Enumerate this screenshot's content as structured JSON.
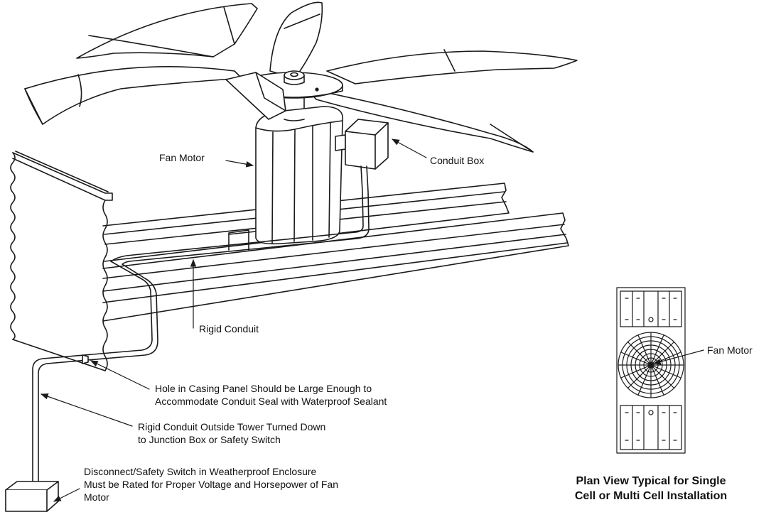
{
  "labels": {
    "fan_motor": "Fan Motor",
    "conduit_box": "Conduit Box",
    "rigid_conduit": "Rigid Conduit",
    "hole_line1": "Hole in Casing Panel Should be Large Enough to",
    "hole_line2": "Accommodate Conduit Seal with Waterproof Sealant",
    "outside_line1": "Rigid Conduit Outside Tower Turned Down",
    "outside_line2": "to Junction Box or Safety Switch",
    "switch_line1": "Disconnect/Safety Switch in Weatherproof Enclosure",
    "switch_line2": "Must be Rated for Proper Voltage and Horsepower of Fan",
    "switch_line3": "Motor"
  },
  "plan_view": {
    "fan_motor_label": "Fan Motor",
    "caption_line1": "Plan View Typical for Single",
    "caption_line2": "Cell or Multi Cell Installation"
  },
  "colors": {
    "line": "#1a1a1a",
    "background": "#ffffff"
  }
}
